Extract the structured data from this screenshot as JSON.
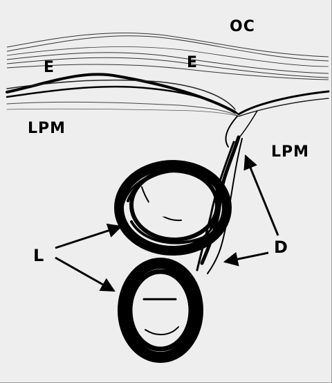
{
  "labels": {
    "oc": "OC",
    "e_left": "E",
    "e_right": "E",
    "lpm_left": "LPM",
    "lpm_right": "LPM",
    "l": "L",
    "d": "D"
  },
  "colors": {
    "background": "#eeeeee",
    "ink": "#000000",
    "fiber": "#333333"
  }
}
